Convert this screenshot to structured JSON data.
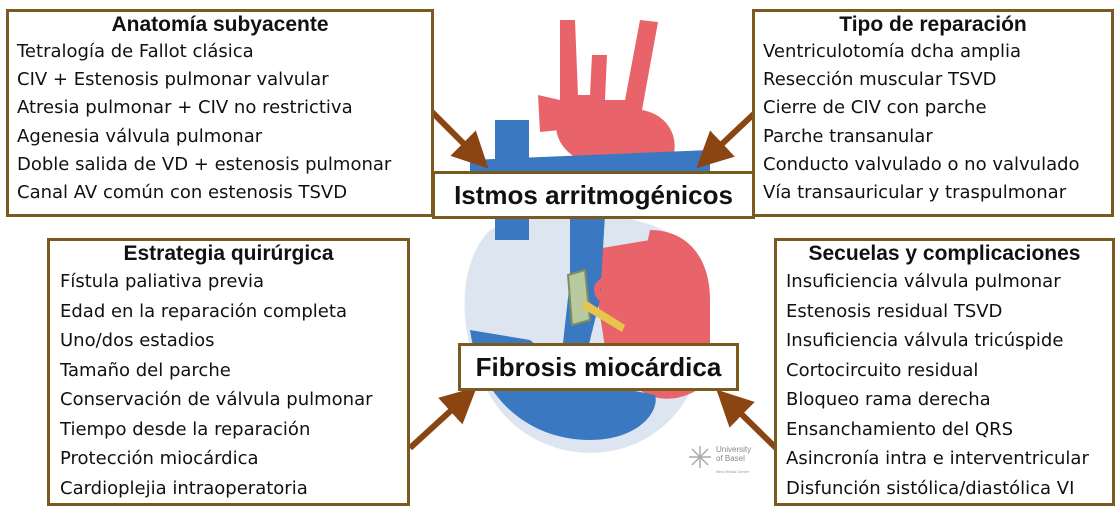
{
  "anatomy": {
    "title": "Anatomía subyacente",
    "items": [
      "Tetralogía de Fallot clásica",
      "CIV + Estenosis pulmonar valvular",
      "Atresia pulmonar + CIV no restrictiva",
      "Agenesia válvula pulmonar",
      "Doble salida de VD + estenosis pulmonar",
      "Canal AV común con estenosis TSVD"
    ]
  },
  "repair": {
    "title": "Tipo de reparación",
    "items": [
      "Ventriculotomía dcha amplia",
      "Resección muscular TSVD",
      "Cierre de CIV con parche",
      "Parche transanular",
      "Conducto valvulado o no valvulado",
      "Vía transauricular y traspulmonar"
    ]
  },
  "strategy": {
    "title": "Estrategia quirúrgica",
    "items": [
      "Fístula paliativa previa",
      "Edad en la reparación completa",
      "Uno/dos estadios",
      "Tamaño del parche",
      "Conservación de válvula pulmonar",
      "Tiempo desde la reparación",
      "Protección miocárdica",
      "Cardioplejia intraoperatoria"
    ]
  },
  "sequelae": {
    "title": "Secuelas y complicaciones",
    "items": [
      "Insuficiencia válvula pulmonar",
      "Estenosis residual TSVD",
      "Insuficiencia válvula tricúspide",
      "Cortocircuito residual",
      "Bloqueo rama derecha",
      "Ensanchamiento del QRS",
      "Asincronía intra e interventricular",
      "Disfunción sistólica/diastólica VI"
    ]
  },
  "center": {
    "istmos": "Istmos arritmogénicos",
    "fibrosis": "Fibrosis miocárdica"
  },
  "logo": {
    "line1": "University",
    "line2": "of Basel",
    "line3": "New Media Center"
  },
  "colors": {
    "border": "#7a5a1e",
    "arrow": "#8b4513",
    "artery_red": "#e8646a",
    "vein_blue": "#3a78c2"
  }
}
